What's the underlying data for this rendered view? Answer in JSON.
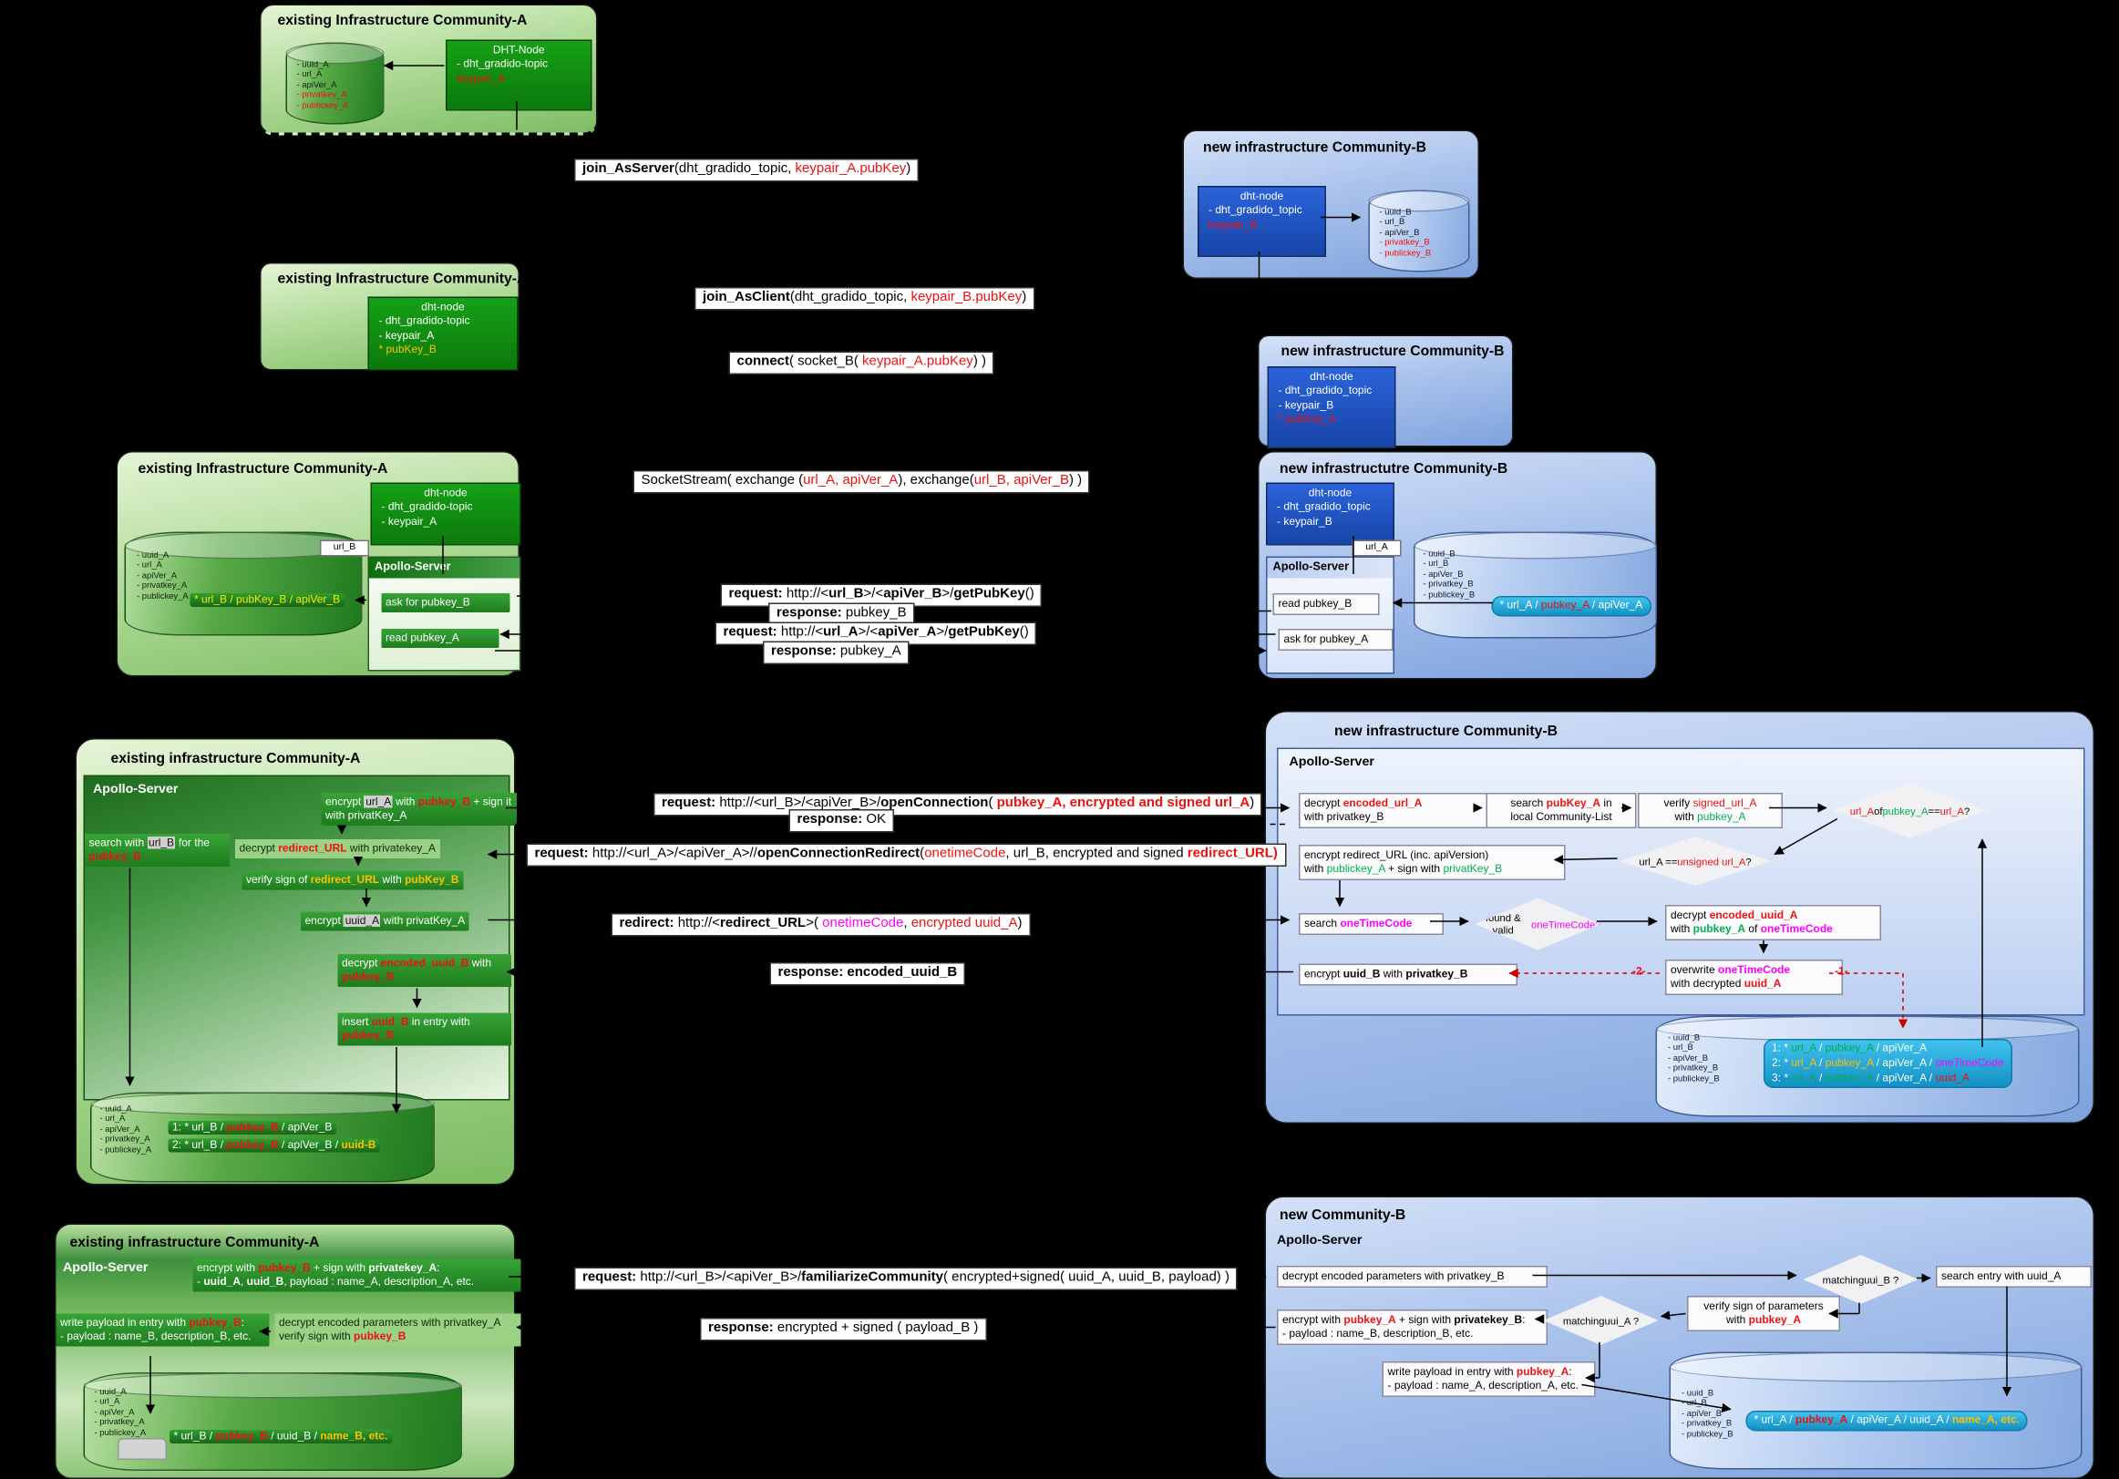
{
  "panels": {
    "a1": {
      "title": "existing Infrastructure Community-A",
      "node": [
        [
          "DHT-Node"
        ],
        [
          "- dht_gradido-topic"
        ],
        [
          {
            "t": "keypair_A",
            "c": "red"
          }
        ]
      ],
      "db": [
        [
          "- uuid_A"
        ],
        [
          "- url_A"
        ],
        [
          "- apiVer_A"
        ],
        [
          {
            "t": "- privatkey_A",
            "c": "red"
          }
        ],
        [
          {
            "t": "- publickey_A",
            "c": "red"
          }
        ]
      ]
    },
    "b1": {
      "title": "new infrastructure Community-B",
      "node": [
        [
          "dht-node"
        ],
        [
          "- dht_gradido_topic"
        ],
        [
          {
            "t": "keypair_B",
            "c": "red"
          }
        ]
      ],
      "db": [
        [
          "- uuid_B"
        ],
        [
          "- url_B"
        ],
        [
          "- apiVer_B"
        ],
        [
          {
            "t": "- privatkey_B",
            "c": "red"
          }
        ],
        [
          {
            "t": "- publickey_B",
            "c": "red"
          }
        ]
      ]
    },
    "a2": {
      "title": "existing Infrastructure Community-A",
      "node": [
        [
          "dht-node"
        ],
        [
          "- dht_gradido-topic"
        ],
        [
          "- keypair_A"
        ],
        [
          {
            "t": "* pubKey_B",
            "c": "orange"
          }
        ]
      ]
    },
    "b2": {
      "title": "new infrastructure Community-B",
      "node": [
        [
          "dht-node"
        ],
        [
          "- dht_gradido_topic"
        ],
        [
          "- keypair_B"
        ],
        [
          {
            "t": "* pubKey_A",
            "c": "red"
          }
        ]
      ]
    },
    "a3": {
      "title": "existing Infrastructure Community-A",
      "node": [
        [
          "dht-node"
        ],
        [
          "- dht_gradido-topic"
        ],
        [
          "- keypair_A"
        ]
      ],
      "port": "url_B",
      "apollo": "Apollo-Server",
      "step1": [
        "ask for pubkey_B"
      ],
      "step2": [
        "read pubkey_A"
      ],
      "db": [
        [
          "- uuid_A"
        ],
        [
          "- url_A"
        ],
        [
          "- apiVer_A"
        ],
        [
          "- privatkey_A"
        ],
        [
          "- publickey_A"
        ]
      ],
      "entry": [
        {
          "t": "* url_B / pubKey_B / apiVer_B",
          "c": "yellow"
        }
      ]
    },
    "b3": {
      "title": "new infrastructutre Community-B",
      "node": [
        [
          "dht-node"
        ],
        [
          "- dht_gradido_topic"
        ],
        [
          "- keypair_B"
        ]
      ],
      "port": "url_A",
      "apollo": "Apollo-Server",
      "step1": [
        "read pubkey_B"
      ],
      "step2": [
        "ask for pubkey_A"
      ],
      "db": [
        [
          "- uuid_B"
        ],
        [
          "- url_B"
        ],
        [
          "- apiVer_B"
        ],
        [
          "- privatkey_B"
        ],
        [
          "- publickey_B"
        ]
      ],
      "entry": [
        "* url_A / ",
        {
          "t": "pubkey_A",
          "c": "red"
        },
        " / apiVer_A"
      ]
    },
    "a4": {
      "title": "existing infrastructure Community-A",
      "apollo": "Apollo-Server",
      "s1": [
        "encrypt ",
        {
          "t": "url_A",
          "h": true
        },
        " with ",
        {
          "t": "pubkey_B",
          "c": "red",
          "b": true
        },
        " + sign it with privatKey_A"
      ],
      "s2": [
        "search with ",
        {
          "t": "url_B",
          "h": true
        },
        " for the ",
        {
          "t": "pubkey_B",
          "c": "red",
          "b": true
        }
      ],
      "s3": [
        "decrypt ",
        {
          "t": "redirect_URL",
          "c": "red",
          "b": true
        },
        " with privatekey_A"
      ],
      "s4": [
        "verify sign of ",
        {
          "t": "redirect_URL",
          "c": "orange",
          "b": true
        },
        " with ",
        {
          "t": "pubKey_B",
          "c": "orange",
          "b": true
        }
      ],
      "s5": [
        "encrypt ",
        {
          "t": "uuid_A",
          "h": true
        },
        " with privatKey_A"
      ],
      "s6": [
        "decrypt ",
        {
          "t": "encoded_uuid_B",
          "c": "red",
          "b": true
        },
        " with ",
        {
          "t": "pubkey_B",
          "c": "red",
          "b": true
        }
      ],
      "s7": [
        "insert ",
        {
          "t": "uuid_B",
          "c": "red",
          "b": true
        },
        " in entry with ",
        {
          "t": "pubkey_B",
          "c": "red",
          "b": true
        }
      ],
      "db": [
        [
          "- uuid_A"
        ],
        [
          "- url_A"
        ],
        [
          "- apiVer_A"
        ],
        [
          "- privatkey_A"
        ],
        [
          "- publickey_A"
        ]
      ],
      "e1": [
        "1: * url_B / ",
        {
          "t": "pubkey_B",
          "c": "red",
          "b": true
        },
        " / apiVer_B"
      ],
      "e2": [
        "2: * url_B / ",
        {
          "t": "pubkey_B",
          "c": "red",
          "b": true
        },
        " / apiVer_B / ",
        {
          "t": "uuid-B",
          "c": "orange",
          "b": true
        }
      ]
    },
    "b4": {
      "title": "new infrastructure Community-B",
      "apollo": "Apollo-Server",
      "b1": [
        "decrypt ",
        {
          "t": "encoded_url_A",
          "c": "red",
          "b": true
        },
        {
          "br": true
        },
        "with privatkey_B"
      ],
      "b2": [
        "search ",
        {
          "t": "pubKey_A",
          "c": "red",
          "b": true
        },
        " in",
        {
          "br": true
        },
        "local Community-List"
      ],
      "b3": [
        "verify ",
        {
          "t": "signed_url_A",
          "c": "red"
        },
        {
          "br": true
        },
        "with ",
        {
          "t": "pubkey_A",
          "c": "green"
        }
      ],
      "d1": [
        {
          "t": "url_A",
          "c": "red"
        },
        " of ",
        {
          "t": "pubkey_A",
          "c": "green"
        },
        {
          "br": true
        },
        "== ",
        {
          "t": "url_A",
          "c": "red"
        },
        "?"
      ],
      "b4": [
        "encrypt redirect_URL (inc. apiVersion)",
        {
          "br": true
        },
        "with ",
        {
          "t": "publickey_A",
          "c": "green"
        },
        " + sign with ",
        {
          "t": "privatKey_B",
          "c": "green"
        }
      ],
      "d2": [
        "url_A ==",
        {
          "br": true
        },
        {
          "t": "unsigned url_A",
          "c": "red"
        },
        "?"
      ],
      "b5": [
        "search ",
        {
          "t": "oneTimeCode",
          "c": "magenta",
          "b": true
        }
      ],
      "d3": [
        "found & valid",
        {
          "br": true
        },
        {
          "t": "oneTimeCode?",
          "c": "magenta"
        }
      ],
      "b6": [
        "decrypt ",
        {
          "t": "encoded_uuid_A",
          "c": "red",
          "b": true
        },
        {
          "br": true
        },
        "with ",
        {
          "t": "pubkey_A",
          "c": "green",
          "b": true
        },
        " of ",
        {
          "t": "oneTimeCode",
          "c": "magenta",
          "b": true
        }
      ],
      "b7": [
        "encrypt ",
        {
          "t": "uuid_B",
          "b": true
        },
        " with ",
        {
          "t": "privatkey_B",
          "b": true
        }
      ],
      "b8": [
        "overwrite ",
        {
          "t": "oneTimeCode",
          "c": "magenta",
          "b": true
        },
        {
          "br": true
        },
        "with decrypted ",
        {
          "t": "uuid_A",
          "c": "red",
          "b": true
        }
      ],
      "l1": [
        {
          "t": "-1-",
          "c": "red"
        }
      ],
      "l2": [
        {
          "t": "-2-",
          "c": "red"
        }
      ],
      "db": [
        [
          "- uuid_B"
        ],
        [
          "- url_B"
        ],
        [
          "- apiVer_B"
        ],
        [
          "- privatkey_B"
        ],
        [
          "- publickey_B"
        ]
      ],
      "e1": [
        "1: * ",
        {
          "t": "url_A",
          "c": "green"
        },
        " / ",
        {
          "t": "pubkey_A",
          "c": "green"
        },
        " / apiVer_A"
      ],
      "e2": [
        "2: * ",
        {
          "t": "url_A",
          "c": "orange"
        },
        " / ",
        {
          "t": "pubkey_A",
          "c": "orange"
        },
        " / apiVer_A / ",
        {
          "t": "oneTimeCode",
          "c": "magenta"
        }
      ],
      "e3": [
        "3: * ",
        {
          "t": "url_A",
          "c": "green"
        },
        " / ",
        {
          "t": "pubkey_A",
          "c": "green"
        },
        " / apiVer_A / ",
        {
          "t": "uuid_A",
          "c": "red"
        }
      ]
    },
    "a5": {
      "title": "existing infrastructure Community-A",
      "apollo": "Apollo-Server",
      "s1": [
        "encrypt with ",
        {
          "t": "pubkey_B",
          "c": "red",
          "b": true
        },
        " + sign with ",
        {
          "t": "privatekey_A",
          "b": true
        },
        ":",
        {
          "br": true
        },
        "- ",
        {
          "t": "uuid_A",
          "b": true
        },
        ", ",
        {
          "t": "uuid_B",
          "b": true
        },
        ", payload : name_A, description_A, etc."
      ],
      "s2": [
        "write payload in entry with ",
        {
          "t": "pubkey_B",
          "c": "red",
          "b": true
        },
        ":",
        {
          "br": true
        },
        "- payload : name_B, description_B, etc."
      ],
      "s3": [
        "decrypt encoded parameters with privatkey_A",
        {
          "br": true
        },
        "verify sign with ",
        {
          "t": "pubkey_B",
          "c": "red",
          "b": true
        }
      ],
      "db": [
        [
          "- uuid_A"
        ],
        [
          "- url_A"
        ],
        [
          "- apiVer_A"
        ],
        [
          "- privatkey_A"
        ],
        [
          "- publickey_A"
        ]
      ],
      "entry": [
        "* url_B / ",
        {
          "t": "pubkey_B",
          "c": "red",
          "b": true
        },
        " / uuid_B / ",
        {
          "t": "name_B, etc.",
          "c": "orange",
          "b": true
        }
      ]
    },
    "b5": {
      "title": "new Community-B",
      "apollo": "Apollo-Server",
      "b1": [
        "decrypt encoded parameters with privatkey_B"
      ],
      "d1": [
        "matching",
        {
          "br": true
        },
        "uui_B ?"
      ],
      "b2": [
        "search entry with uuid_A"
      ],
      "b3": [
        "encrypt with ",
        {
          "t": "pubkey_A",
          "c": "red",
          "b": true
        },
        " + sign with ",
        {
          "t": "privatekey_B",
          "b": true
        },
        ":",
        {
          "br": true
        },
        "- payload : name_B, description_B, etc."
      ],
      "d2": [
        "matching",
        {
          "br": true
        },
        "uui_A ?"
      ],
      "b4": [
        "verify sign of parameters",
        {
          "br": true
        },
        "with ",
        {
          "t": "pubkey_A",
          "c": "red",
          "b": true
        }
      ],
      "b5": [
        "write payload in entry with ",
        {
          "t": "pubkey_A",
          "c": "red",
          "b": true
        },
        ":",
        {
          "br": true
        },
        "- payload : name_A, description_A, etc."
      ],
      "db": [
        [
          "- uuid_B"
        ],
        [
          "- url_B"
        ],
        [
          "- apiVer_B"
        ],
        [
          "- privatkey_B"
        ],
        [
          "- publickey_B"
        ]
      ],
      "entry": [
        "* url_A / ",
        {
          "t": "pubkey_A",
          "c": "red",
          "b": true
        },
        " / apiVer_A / uuid_A / ",
        {
          "t": "name_A, etc.",
          "c": "orange",
          "b": true
        }
      ]
    }
  },
  "messages": {
    "m1": [
      {
        "t": "join_AsServer",
        "b": true
      },
      "(dht_gradido_topic, ",
      {
        "t": "keypair_A.pubKey",
        "c": "red"
      },
      ")"
    ],
    "m2": [
      {
        "t": "join_AsClient",
        "b": true
      },
      "(dht_gradido_topic, ",
      {
        "t": "keypair_B.pubKey",
        "c": "red"
      },
      ")"
    ],
    "m3": [
      {
        "t": "connect",
        "b": true
      },
      "( socket_B( ",
      {
        "t": "keypair_A.pubKey",
        "c": "red"
      },
      ") )"
    ],
    "m4": [
      "SocketStream( exchange (",
      {
        "t": "url_A, apiVer_A",
        "c": "red"
      },
      "), exchange(",
      {
        "t": "url_B, apiVer_B",
        "c": "red"
      },
      ") )"
    ],
    "m5": [
      {
        "t": "request:",
        "b": true
      },
      " http://<",
      {
        "t": "url_B",
        "b": true
      },
      ">/<",
      {
        "t": "apiVer_B",
        "b": true
      },
      ">/",
      {
        "t": "getPubKey",
        "b": true
      },
      "()"
    ],
    "m6": [
      {
        "t": "response:",
        "b": true
      },
      " pubkey_B"
    ],
    "m7": [
      {
        "t": "request:",
        "b": true
      },
      " http://<",
      {
        "t": "url_A",
        "b": true
      },
      ">/<",
      {
        "t": "apiVer_A",
        "b": true
      },
      ">/",
      {
        "t": "getPubKey",
        "b": true
      },
      "()"
    ],
    "m8": [
      {
        "t": "response:",
        "b": true
      },
      " pubkey_A"
    ],
    "m9": [
      {
        "t": "request:",
        "b": true
      },
      " http://<url_B>/<apiVer_B>/",
      {
        "t": "openConnection",
        "b": true
      },
      "( ",
      {
        "t": "pubkey_A, encrypted and signed url_A",
        "c": "red",
        "b": true
      },
      ")"
    ],
    "m10": [
      {
        "t": "response:",
        "b": true
      },
      " OK"
    ],
    "m11": [
      {
        "t": "request:",
        "b": true
      },
      " http://<url_A>/<apiVer_A>//",
      {
        "t": "openConnectionRedirect",
        "b": true
      },
      "(",
      {
        "t": "onetimeCode",
        "c": "red"
      },
      ", url_B, encrypted and signed ",
      {
        "t": "redirect_URL)",
        "c": "red",
        "b": true
      }
    ],
    "m12": [
      {
        "t": "redirect:",
        "b": true
      },
      " http://<",
      {
        "t": "redirect_URL",
        "b": true
      },
      ">( ",
      {
        "t": "onetimeCode",
        "c": "magenta"
      },
      ", ",
      {
        "t": "encrypted uuid_A",
        "c": "red"
      },
      ")"
    ],
    "m13": [
      {
        "t": "response:",
        "b": true
      },
      " ",
      {
        "t": "encoded_uuid_B",
        "b": true
      }
    ],
    "m14": [
      {
        "t": "request:",
        "b": true
      },
      " http://<url_B>/<apiVer_B>/",
      {
        "t": "familiarizeCommunity",
        "b": true
      },
      "( encrypted+signed( uuid_A, uuid_B, payload) )"
    ],
    "m15": [
      {
        "t": "response:",
        "b": true
      },
      " encrypted + signed ( payload_B )"
    ]
  }
}
